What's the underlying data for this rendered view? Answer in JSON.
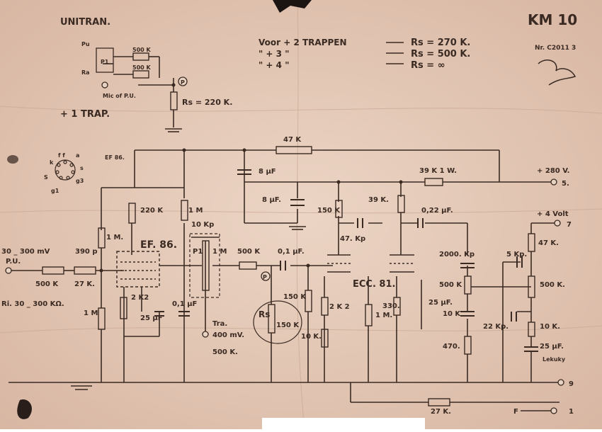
{
  "sheet": {
    "title": "UNITRAN.",
    "ref": "KM 10",
    "ref_sub": "Nr. C2011 3",
    "paper_color": "#e3c8b7",
    "ink_color": "#3a2a22"
  },
  "inset": {
    "pu_label": "Pu",
    "ra_label": "Ra",
    "p1_label": "P1",
    "r1": "500 K",
    "r2": "500 K",
    "mic_label": "Mic of P.U.",
    "p_label": "P",
    "rs_label": "Rs = 220 K.",
    "trap": "+ 1  TRAP."
  },
  "table": {
    "rows": [
      {
        "left": "Voor  + 2  TRAPPEN",
        "right": "Rs = 270 K."
      },
      {
        "left": "\"    + 3      \"",
        "right": "Rs = 500 K."
      },
      {
        "left": "\"    + 4      \"",
        "right": "Rs = ∞"
      }
    ]
  },
  "pinout": {
    "tube": "EF 86.",
    "pins": [
      "k",
      "f f",
      "a",
      "s",
      "S",
      "g1",
      "g3"
    ]
  },
  "labels": {
    "r47k_top": "47 K",
    "c8uf_a": "8 μF",
    "c8uf_b": "8 μF.",
    "r39k1w": "39 K 1 W.",
    "v280": "+ 280 V.",
    "pin5": "5.",
    "v4": "+ 4 Volt",
    "pin7": "7",
    "r150k_a": "150 K",
    "r39k": "39 K.",
    "c022": "0,22 μF.",
    "c47kp": "47. Kp",
    "r220k": "220 K",
    "r1m_a": "1 M",
    "c10kp": "10 Kp",
    "r1m_grid": "1 M.",
    "ef86": "EF. 86.",
    "pu_in": "30 _ 300 mV",
    "pu": "P.U.",
    "c390p": "390 p",
    "pot500k": "500 K",
    "r27k": "27 K.",
    "ri": "Ri. 30 _ 300 KΩ.",
    "r1m_in": "1 M",
    "r2k2": "2 K2",
    "c25uf": "25 μF",
    "c01": "0,1 μF",
    "p1": "P1",
    "pot1m": "1 M",
    "r500k_mid": "500 K",
    "c01uf": "0,1 μF.",
    "p": "P",
    "rs": "Rs",
    "r150k_rs": "150 K",
    "r150k_b": "150 K",
    "r2k2_b": "2 K 2",
    "r10k": "10 K.",
    "ecc81": "ECC. 81.",
    "r1m_b": "1 M.",
    "r330": "330.",
    "c25uf_b": "25 μF.",
    "c2000": "2000. Kp",
    "c5kp": "5 Kp.",
    "r47k": "47 K.",
    "pot500k_b": "500 K",
    "pot500k_c": "500 K.",
    "c10kp_b": "10 K",
    "c22kp": "22 Kp.",
    "r10k_b": "10 K.",
    "r470": "470.",
    "c25uf_c": "25 μF.",
    "lekuky": "Lekuky",
    "tra": "Tra.",
    "out_mv": "400 mV.",
    "out_k": "500 K.",
    "r27k_bot": "27 K.",
    "pin9": "9",
    "f_label": "F",
    "pin1": "1"
  }
}
